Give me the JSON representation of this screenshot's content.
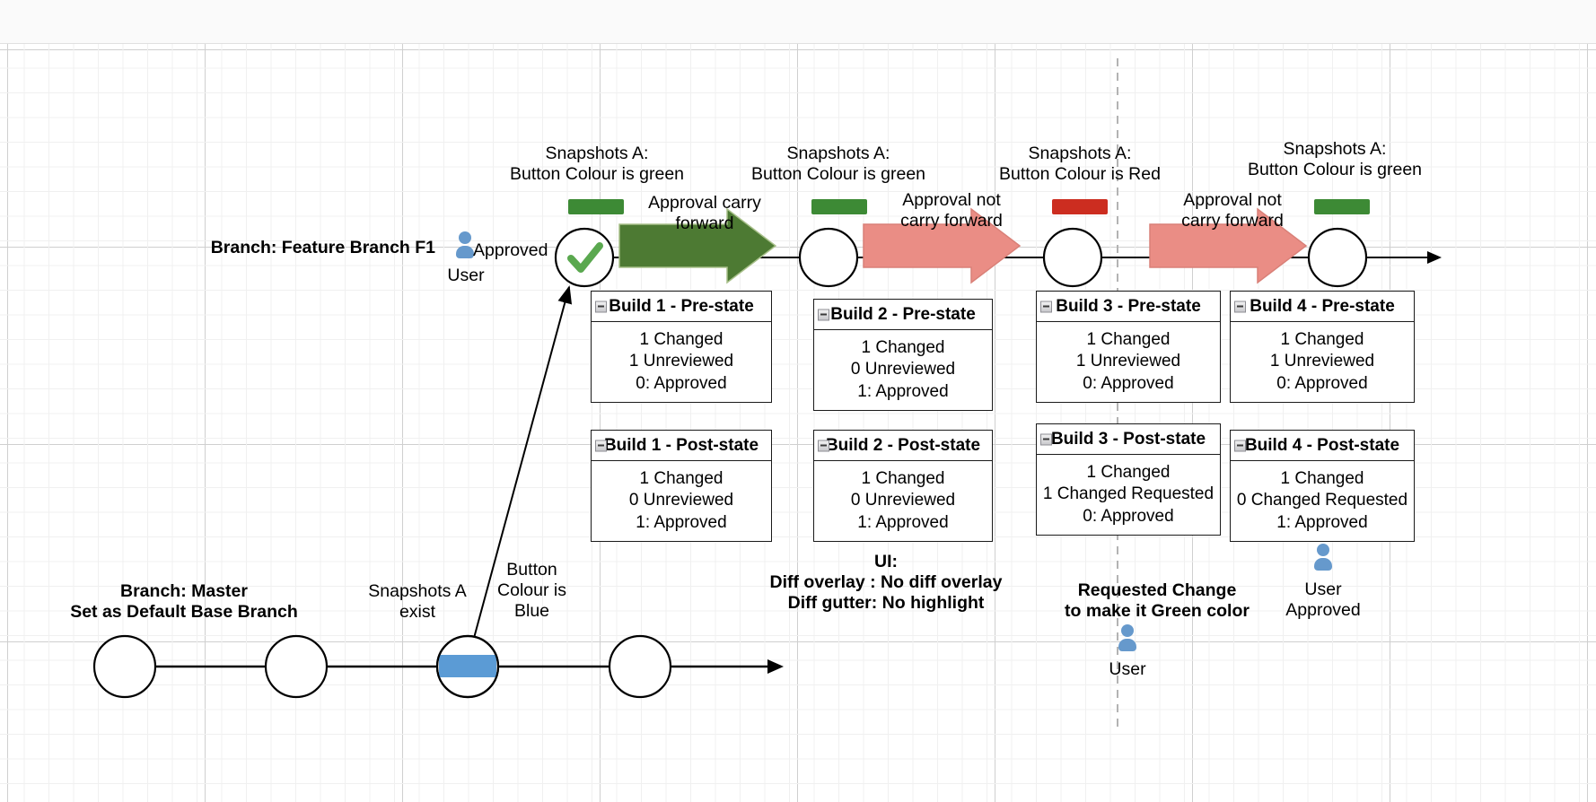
{
  "diagram": {
    "title": "Snapshot approval carry-forward across builds",
    "colors": {
      "green_button": "#3d8a35",
      "red_button": "#cc2d20",
      "blue_button": "#5b9bd5",
      "green_arrow": "#4d7a33",
      "red_arrow": "#ea8d85",
      "user_icon": "#6699cc",
      "check": "#5aa84f",
      "grid_line": "#f0f0f0",
      "grid_line_major": "#cfcfcf",
      "divider_dashed": "#b3b3b3"
    }
  },
  "feature_branch": {
    "label": "Branch: Feature Branch F1",
    "approver": {
      "status": "Approved",
      "role": "User",
      "icon": "user-icon"
    },
    "snapshot_labels": [
      "Snapshots A:\nButton Colour is green",
      "Snapshots A:\nButton Colour is green",
      "Snapshots A:\nButton Colour is Red",
      "Snapshots A:\nButton Colour is green"
    ],
    "chip_colors": [
      "#3d8a35",
      "#3d8a35",
      "#cc2d20",
      "#3d8a35"
    ],
    "transitions": [
      {
        "label": "Approval carry\nforward",
        "color": "#4d7a33",
        "kind": "carry-forward"
      },
      {
        "label": "Approval not\ncarry forward",
        "color": "#ea8d85",
        "kind": "not-carry-forward"
      },
      {
        "label": "Approval not\ncarry forward",
        "color": "#ea8d85",
        "kind": "not-carry-forward"
      }
    ]
  },
  "master_branch": {
    "label": "Branch: Master\nSet as Default Base Branch",
    "snapshot_note": "Snapshots A\nexist",
    "button_note": "Button\nColour is\nBlue"
  },
  "builds": [
    {
      "pre": {
        "title": "Build 1 - Pre-state",
        "body": "1 Changed\n1 Unreviewed\n0: Approved"
      },
      "post": {
        "title": "Build 1 - Post-state",
        "body": "1 Changed\n0 Unreviewed\n1: Approved"
      }
    },
    {
      "pre": {
        "title": "Build 2 - Pre-state",
        "body": "1 Changed\n0 Unreviewed\n1: Approved"
      },
      "post": {
        "title": "Build 2 - Post-state",
        "body": "1 Changed\n0 Unreviewed\n1: Approved"
      }
    },
    {
      "pre": {
        "title": "Build 3 - Pre-state",
        "body": "1 Changed\n1 Unreviewed\n0: Approved"
      },
      "post": {
        "title": "Build 3 - Post-state",
        "body": "1 Changed\n1 Changed Requested\n0: Approved"
      }
    },
    {
      "pre": {
        "title": "Build 4 - Pre-state",
        "body": "1 Changed\n1 Unreviewed\n0: Approved"
      },
      "post": {
        "title": "Build 4 - Post-state",
        "body": "1 Changed\n0 Changed Requested\n1: Approved"
      }
    }
  ],
  "annotations": {
    "ui_note": "UI:\nDiff overlay : No diff overlay\nDiff gutter: No highlight",
    "requested_change": "Requested Change\nto make it Green color",
    "requested_change_user": "User",
    "approved_user": "User\nApproved"
  }
}
